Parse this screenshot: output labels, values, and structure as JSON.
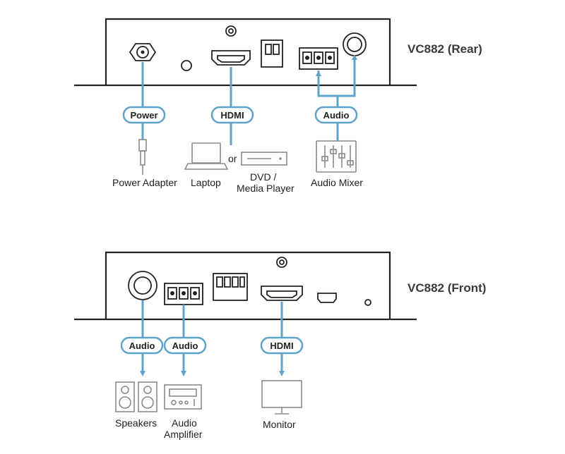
{
  "rear": {
    "title": "VC882 (Rear)",
    "connectors": {
      "power": "Power",
      "hdmi": "HDMI",
      "audio": "Audio"
    },
    "devices": {
      "power_adapter": "Power Adapter",
      "laptop": "Laptop",
      "or": "or",
      "dvd_line1": "DVD /",
      "dvd_line2": "Media Player",
      "audio_mixer": "Audio Mixer"
    }
  },
  "front": {
    "title": "VC882 (Front)",
    "connectors": {
      "audio1": "Audio",
      "audio2": "Audio",
      "hdmi": "HDMI"
    },
    "devices": {
      "speakers": "Speakers",
      "amplifier_line1": "Audio",
      "amplifier_line2": "Amplifier",
      "monitor": "Monitor"
    }
  },
  "colors": {
    "cable": "#5ea3c8",
    "device_outline": "#222222",
    "peripheral": "#8a8a8a"
  }
}
